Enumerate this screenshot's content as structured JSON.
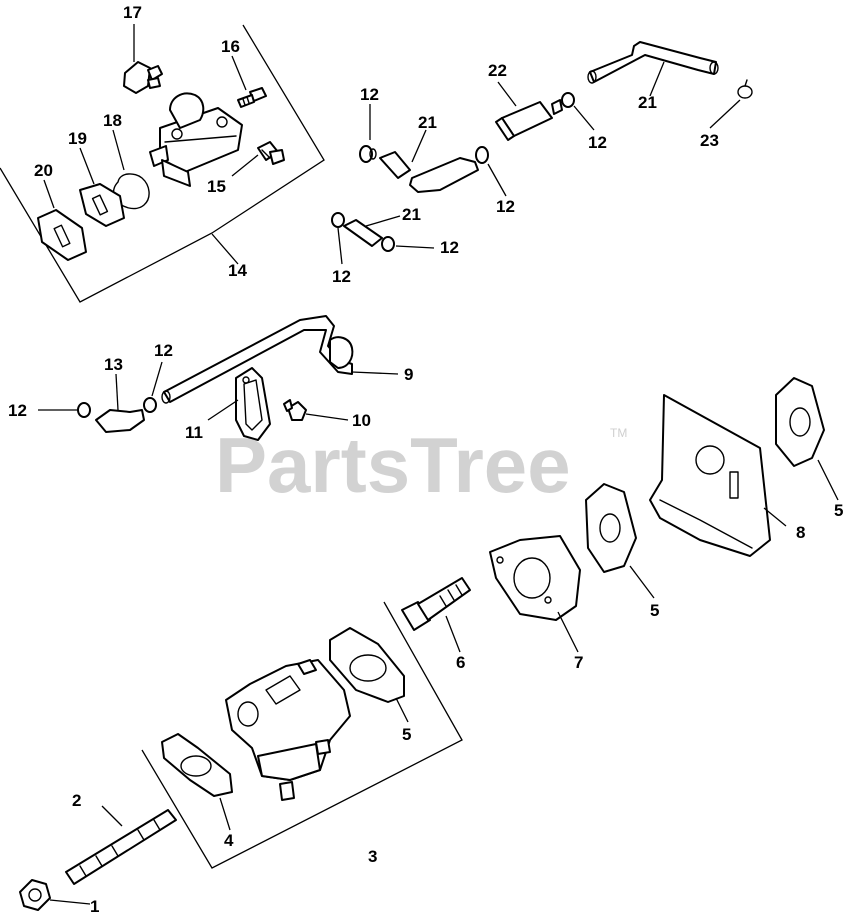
{
  "watermark": {
    "text": "PartsTree",
    "trademark": "TM"
  },
  "callouts": {
    "c1": "1",
    "c2": "2",
    "c3": "3",
    "c4": "4",
    "c5a": "5",
    "c5b": "5",
    "c5c": "5",
    "c6": "6",
    "c7": "7",
    "c8": "8",
    "c9": "9",
    "c10": "10",
    "c11": "11",
    "c12a": "12",
    "c12b": "12",
    "c12c": "12",
    "c12d": "12",
    "c12e": "12",
    "c12f": "12",
    "c12g": "12",
    "c13": "13",
    "c14": "14",
    "c15": "15",
    "c16": "16",
    "c17": "17",
    "c18": "18",
    "c19": "19",
    "c20": "20",
    "c21a": "21",
    "c21b": "21",
    "c21c": "21",
    "c22": "22",
    "c23": "23"
  }
}
